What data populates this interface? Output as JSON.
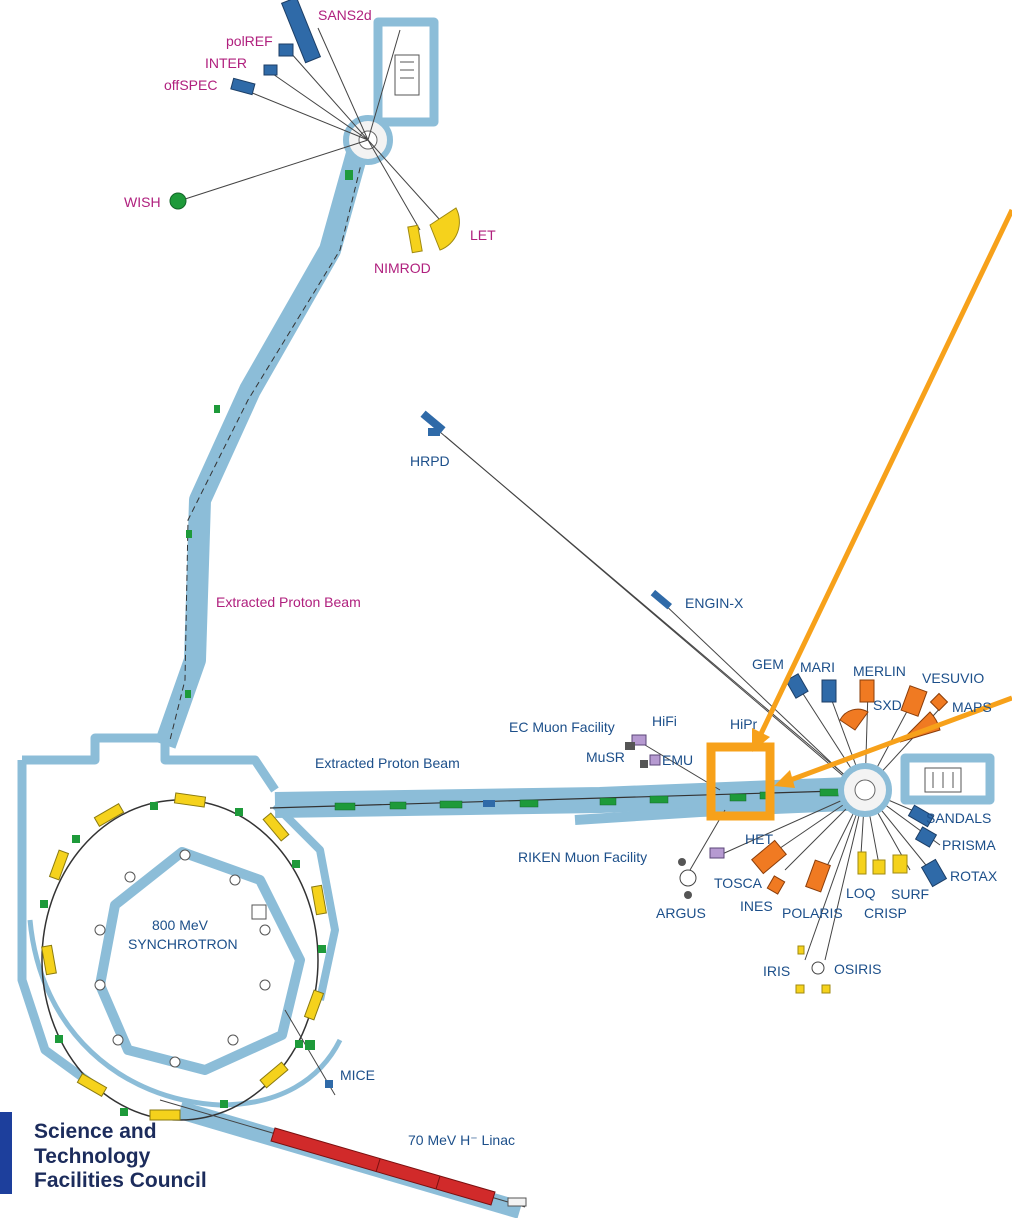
{
  "ts2_instruments": {
    "sans2d": "SANS2d",
    "polref": "polREF",
    "inter": "INTER",
    "offspec": "offSPEC",
    "wish": "WISH",
    "let": "LET",
    "nimrod": "NIMROD"
  },
  "ts1_instruments": {
    "hrpd": "HRPD",
    "enginx": "ENGIN-X",
    "gem": "GEM",
    "mari": "MARI",
    "merlin": "MERLIN",
    "vesuvio": "VESUVIO",
    "sxd": "SXD",
    "maps": "MAPS",
    "hifi": "HiFi",
    "hipr": "HiPr",
    "musr": "MuSR",
    "emu": "EMU",
    "het": "HET",
    "sandals": "SANDALS",
    "prisma": "PRISMA",
    "rotax": "ROTAX",
    "tosca": "TOSCA",
    "ines": "INES",
    "polaris": "POLARIS",
    "loq": "LOQ",
    "crisp": "CRISP",
    "surf": "SURF",
    "argus": "ARGUS",
    "iris": "IRIS",
    "osiris": "OSIRIS"
  },
  "facilities": {
    "extracted_beam_ts2": "Extracted Proton Beam",
    "extracted_beam_ts1": "Extracted Proton Beam",
    "ec_muon": "EC Muon Facility",
    "riken_muon": "RIKEN Muon Facility",
    "synchrotron_line1": "800 MeV",
    "synchrotron_line2": "SYNCHROTRON",
    "mice": "MICE",
    "linac": "70 MeV H⁻ Linac"
  },
  "logo": {
    "line1": "Science and",
    "line2": "Technology",
    "line3": "Facilities Council"
  },
  "colors": {
    "tunnel": "#8cbdd8",
    "ts2_label": "#b0207e",
    "ts1_label": "#1c4f8a",
    "highlight_orange": "#f7a11a",
    "magnet_yellow": "#f5d21c",
    "magnet_green": "#1e9a3a",
    "linac_red": "#d12a2a",
    "instrument_blue": "#2f6aa8",
    "instrument_orange": "#f07a22",
    "logo_bar": "#1d3f9c"
  }
}
